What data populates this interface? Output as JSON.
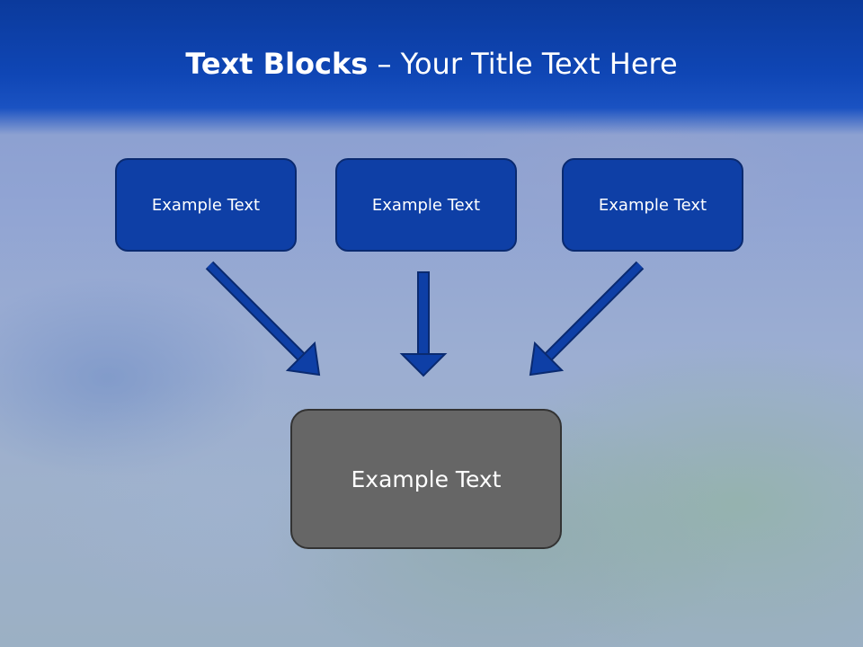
{
  "slide": {
    "title_bold": "Text Blocks",
    "title_separator": " – ",
    "title_rest": "Your Title Text Here"
  },
  "blocks": {
    "top": [
      "Example Text",
      "Example Text",
      "Example Text"
    ],
    "main": "Example Text"
  },
  "colors": {
    "header": "#0f46b5",
    "top_box_fill": "#0e3fa6",
    "main_box_fill": "#666666",
    "arrow": "#0e3fa6"
  }
}
